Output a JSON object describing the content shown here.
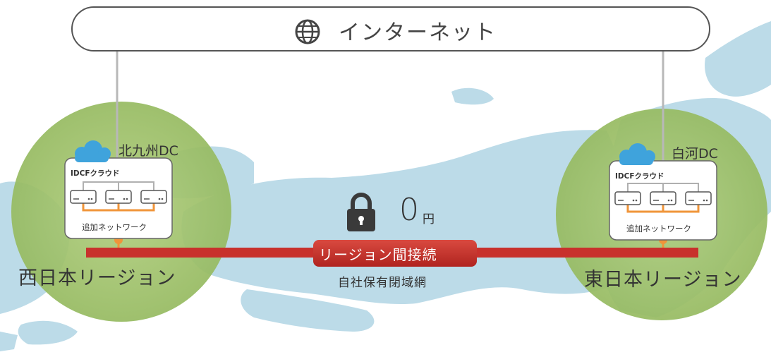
{
  "internet": {
    "label": "インターネット",
    "icon": "globe-icon"
  },
  "west": {
    "dc_name": "北九州DC",
    "cloud_label": "IDCFクラウド",
    "network_label": "追加ネットワーク",
    "region_label": "西日本リージョン"
  },
  "east": {
    "dc_name": "白河DC",
    "cloud_label": "IDCFクラウド",
    "network_label": "追加ネットワーク",
    "region_label": "東日本リージョン"
  },
  "connection": {
    "price_value": "0",
    "price_unit": "円",
    "label": "リージョン間接続",
    "sublabel": "自社保有閉域網",
    "lock_icon": "lock-icon"
  },
  "colors": {
    "accent_red": "#c8312c",
    "orange": "#f0953a",
    "region_green": "#a4c46e",
    "map_blue": "#bcdbe8",
    "cloud_blue": "#3fa3dc"
  }
}
